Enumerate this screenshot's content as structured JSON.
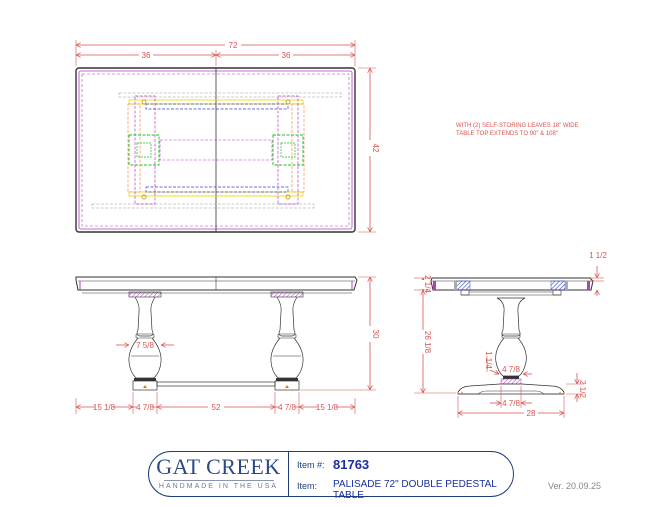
{
  "drawing": {
    "plan_view": {
      "overall_length": "72",
      "half_left": "36",
      "half_right": "36",
      "width": "42",
      "note_line1": "WITH (2) SELF-STORING LEAVES 18\" WIDE",
      "note_line2": "TABLE TOP EXTENDS TO 90\" & 108\""
    },
    "front_elevation": {
      "height": "30",
      "baluster_width": "7 5/8",
      "left_overhang": "15 1/8",
      "left_foot": "4 7/8",
      "pedestal_spacing": "52",
      "right_foot": "4 7/8",
      "right_overhang": "15 1/8"
    },
    "side_elevation": {
      "top_thickness": "1 1/2",
      "apron_height": "2 1/4",
      "pedestal_height": "26 1/8",
      "neck_width": "4 7/8",
      "base_block_width": "4 7/8",
      "base_height": "2 1/2",
      "base_width": "28",
      "neck_height": "1 1/4"
    }
  },
  "title_block": {
    "brand": "GAT CREEK",
    "tagline": "HANDMADE IN THE USA",
    "item_number_label": "Item #:",
    "item_number": "81763",
    "item_label": "Item:",
    "item_name": "PALISADE 72\" DOUBLE PEDESTAL TABLE"
  },
  "version": "Ver. 20.09.25",
  "colors": {
    "dimension": "#d9534f",
    "outline": "#333333",
    "purple": "#b040c0",
    "brand": "#2b4a86"
  }
}
